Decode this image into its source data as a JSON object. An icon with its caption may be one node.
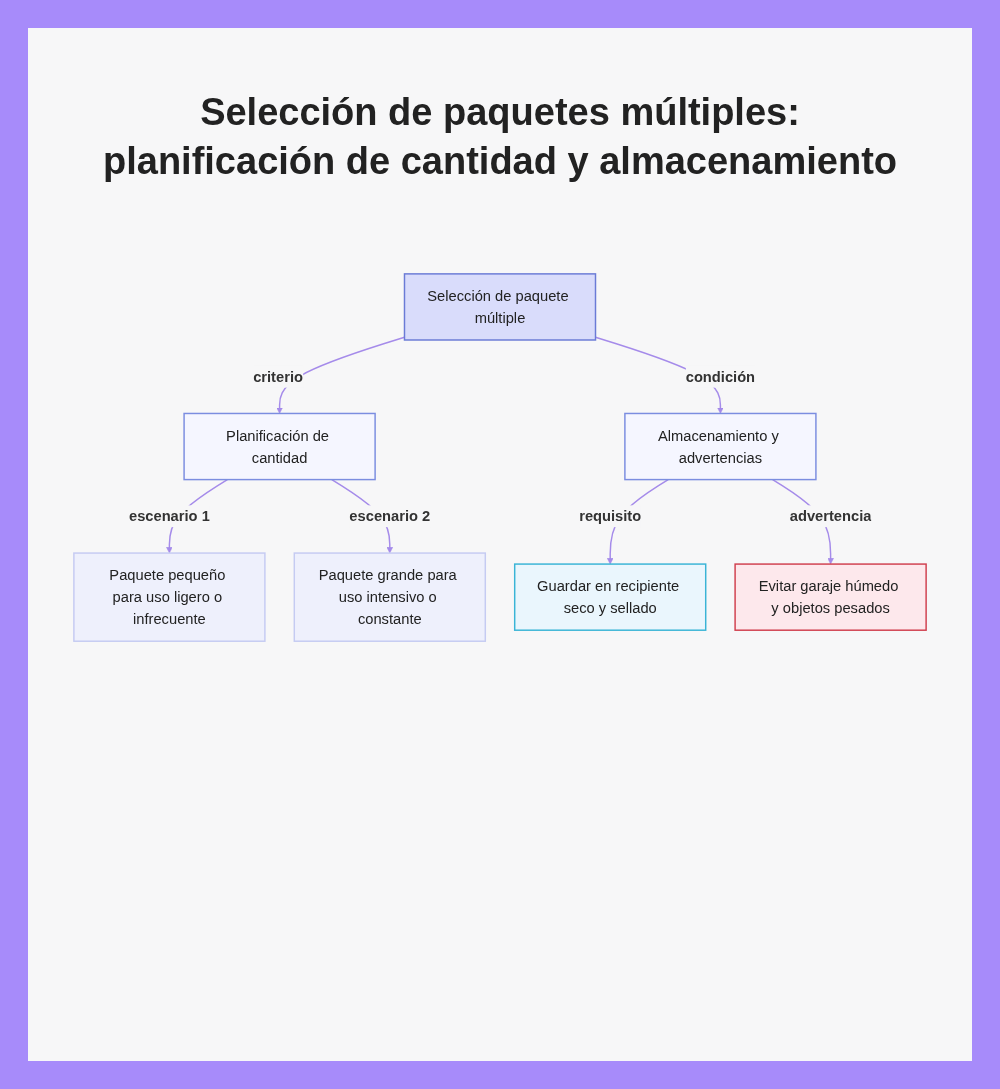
{
  "diagram": {
    "title": "Selección de paquetes múltiples: planificación de cantidad y almacenamiento",
    "nodes": [
      {
        "text": [
          "Selección de paquete múltiple"
        ]
      },
      {
        "text": [
          "Planificación de cantidad"
        ]
      },
      {
        "text": [
          "Almacenamiento y advertencias"
        ]
      },
      {
        "text": [
          "Paquete pequeño para uso ligero o infrecuente"
        ]
      },
      {
        "text": [
          "Paquete grande para uso intensivo o constante"
        ]
      },
      {
        "text": [
          "Guardar en recipiente seco y sellado"
        ]
      },
      {
        "text": [
          "Evitar garaje húmedo y objetos pesados"
        ]
      }
    ],
    "edges": [
      {
        "from": 0,
        "to": 1,
        "arrow": "to",
        "label": "criterio"
      },
      {
        "from": 0,
        "to": 2,
        "arrow": "to",
        "label": "condición"
      },
      {
        "from": 1,
        "to": 3,
        "arrow": "to",
        "label": "escenario 1"
      },
      {
        "from": 1,
        "to": 4,
        "arrow": "to",
        "label": "escenario 2"
      },
      {
        "from": 2,
        "to": 5,
        "arrow": "to",
        "label": "requisito"
      },
      {
        "from": 2,
        "to": 6,
        "arrow": "to",
        "label": "advertencia"
      }
    ]
  }
}
